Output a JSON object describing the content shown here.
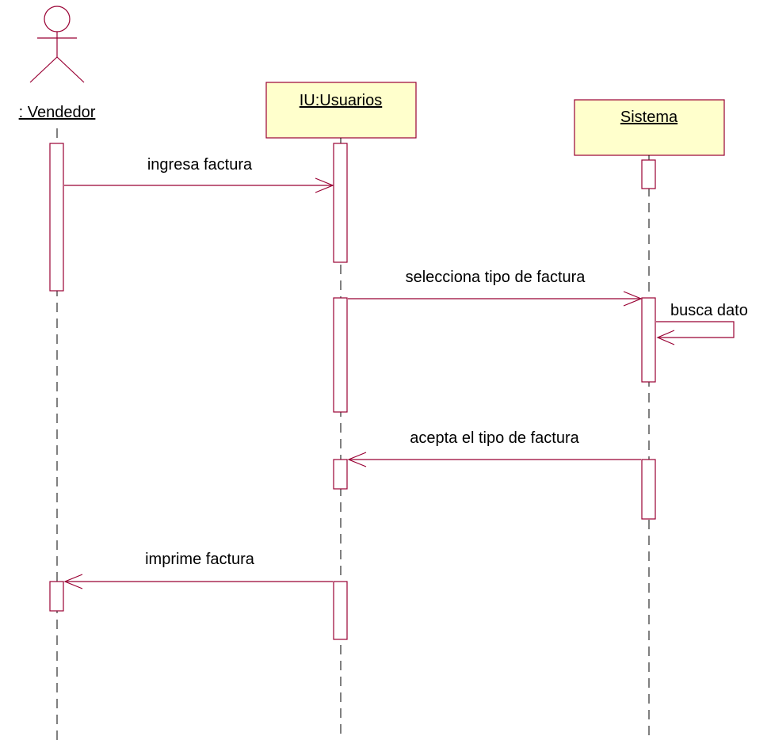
{
  "actor": {
    "label": ": Vendedor"
  },
  "objects": [
    {
      "id": "iu",
      "label": "IU:Usuarios"
    },
    {
      "id": "sistema",
      "label": "Sistema"
    }
  ],
  "messages": [
    {
      "id": "m1",
      "label": "ingresa factura",
      "from": "Vendedor",
      "to": "IU:Usuarios"
    },
    {
      "id": "m2",
      "label": "selecciona tipo de factura",
      "from": "IU:Usuarios",
      "to": "Sistema"
    },
    {
      "id": "m3",
      "label": "busca dato",
      "from": "Sistema",
      "to": "Sistema"
    },
    {
      "id": "m4",
      "label": "acepta el tipo de factura",
      "from": "Sistema",
      "to": "IU:Usuarios"
    },
    {
      "id": "m5",
      "label": "imprime factura",
      "from": "IU:Usuarios",
      "to": "Vendedor"
    }
  ],
  "colors": {
    "stroke": "#990033",
    "object_fill": "#ffffcc",
    "lifeline": "#000000"
  }
}
